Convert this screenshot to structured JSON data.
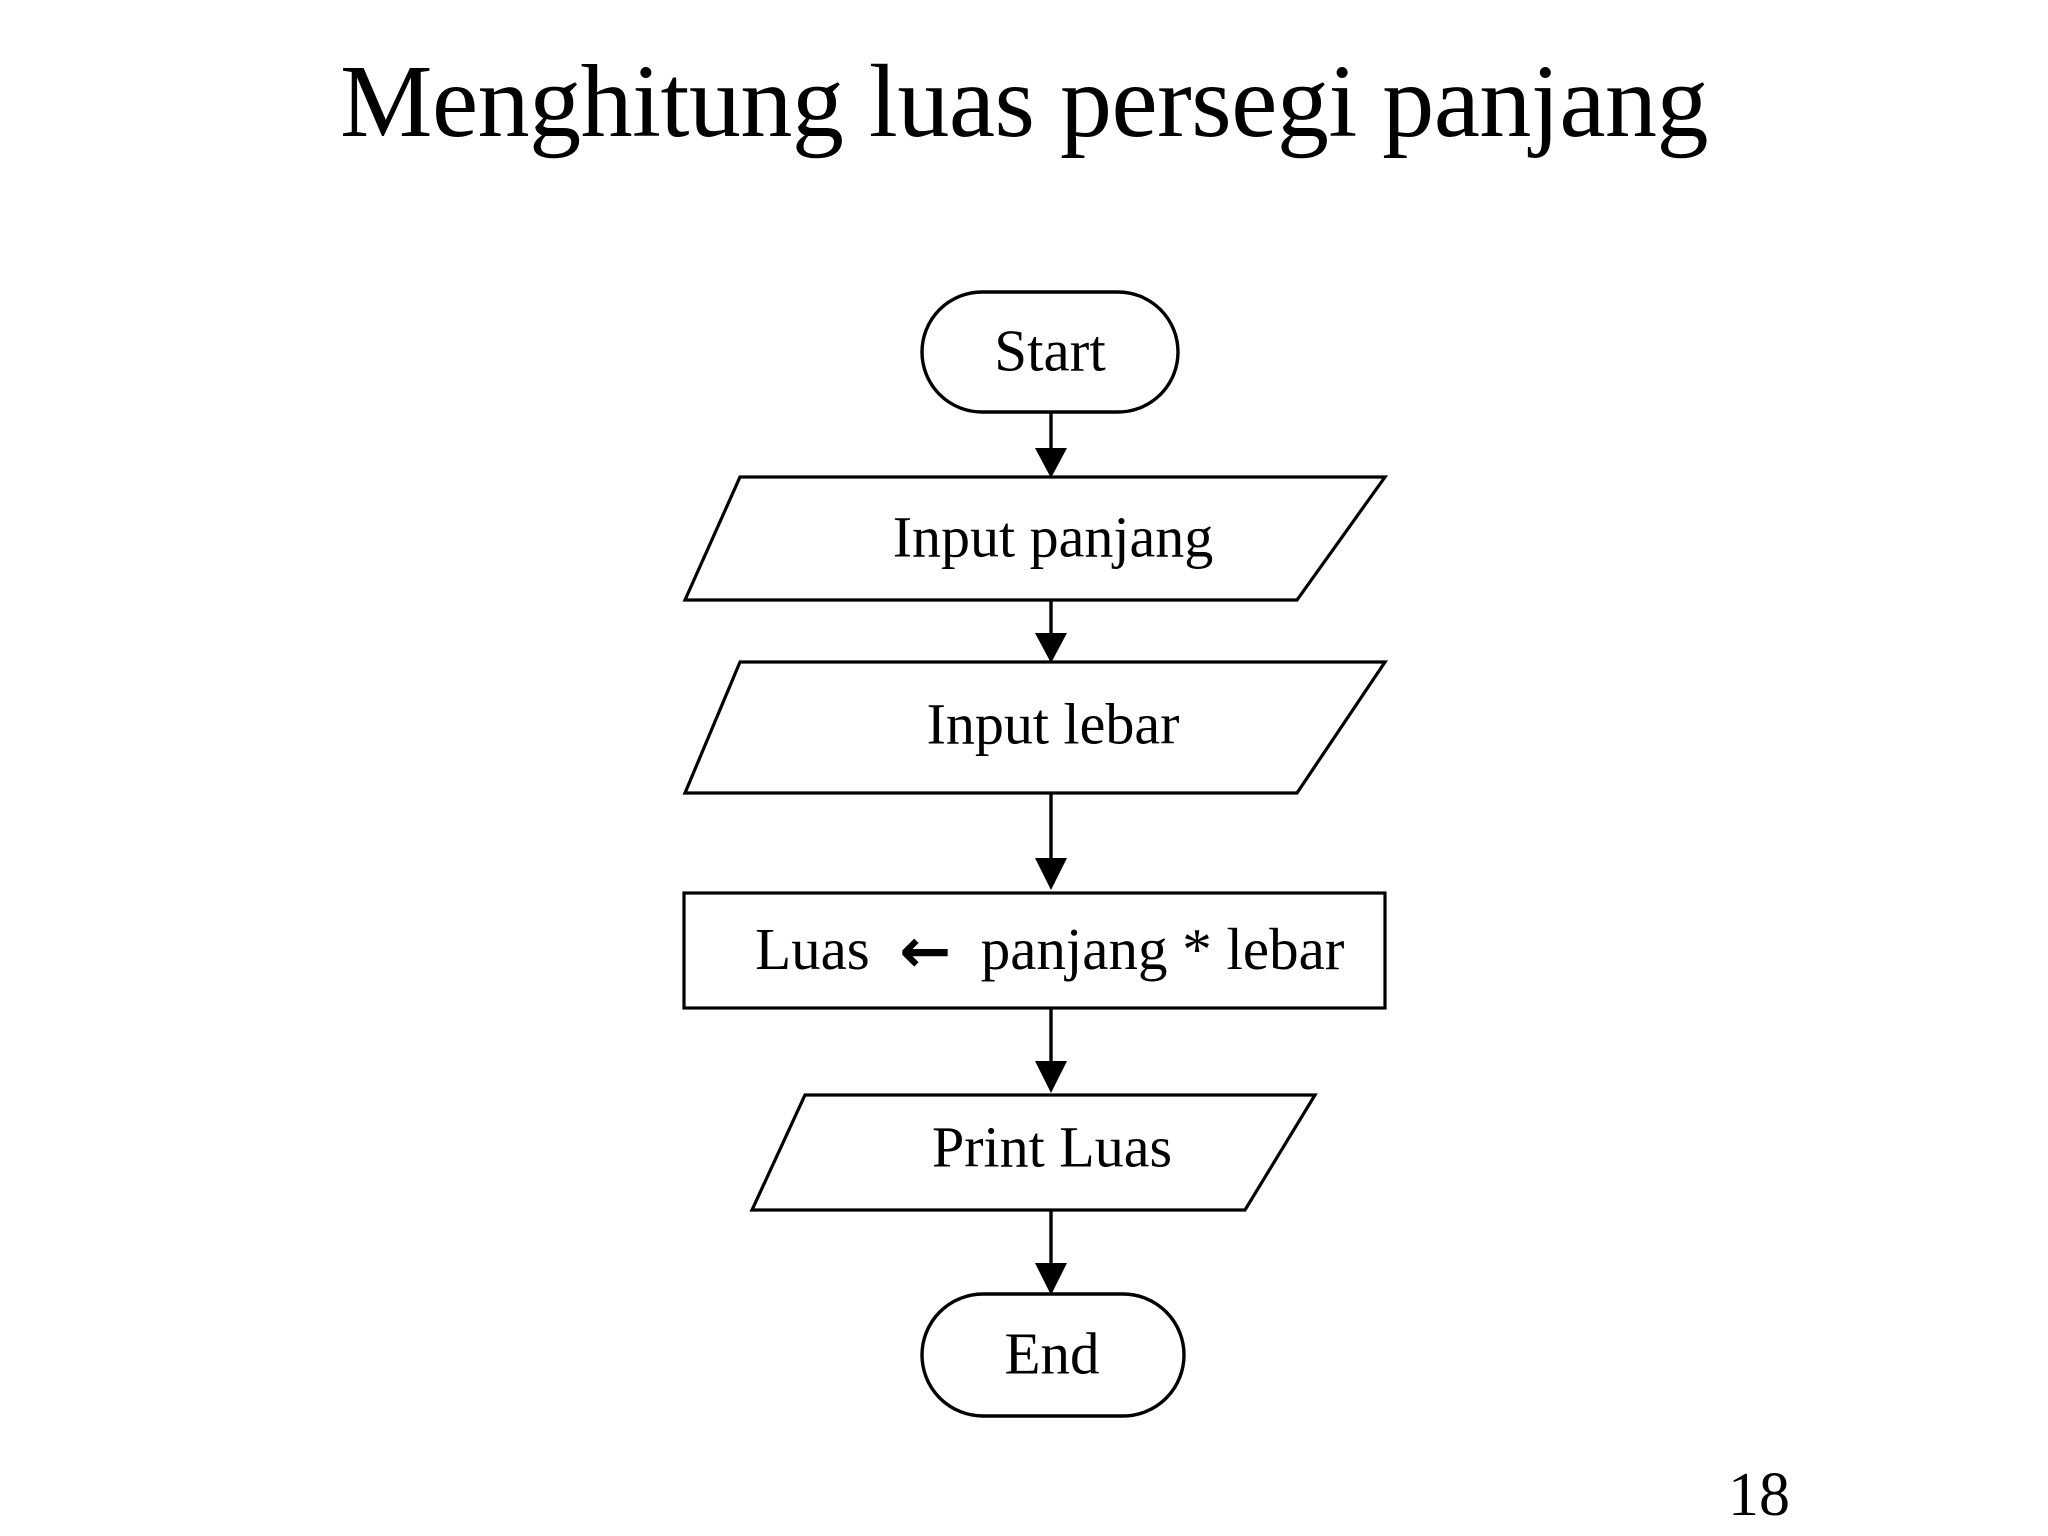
{
  "slide": {
    "title": "Menghitung luas persegi panjang",
    "page_number": "18",
    "background_color": "#ffffff",
    "ink_color": "#000000"
  },
  "chart_data": {
    "type": "diagram",
    "diagram_kind": "flowchart",
    "title": "Menghitung luas persegi panjang",
    "orientation": "top-to-bottom",
    "nodes": [
      {
        "id": "start",
        "shape": "terminal",
        "label": "Start"
      },
      {
        "id": "in1",
        "shape": "parallelogram",
        "label": "Input panjang"
      },
      {
        "id": "in2",
        "shape": "parallelogram",
        "label": "Input lebar"
      },
      {
        "id": "calc",
        "shape": "rectangle",
        "label_left": "Luas",
        "label_arrow": "←",
        "label_right": "panjang * lebar",
        "label": "Luas ← panjang * lebar"
      },
      {
        "id": "out1",
        "shape": "parallelogram",
        "label": "Print Luas"
      },
      {
        "id": "end",
        "shape": "terminal",
        "label": "End"
      }
    ],
    "edges": [
      {
        "from": "start",
        "to": "in1",
        "arrow": "down"
      },
      {
        "from": "in1",
        "to": "in2",
        "arrow": "down"
      },
      {
        "from": "in2",
        "to": "calc",
        "arrow": "down"
      },
      {
        "from": "calc",
        "to": "out1",
        "arrow": "down"
      },
      {
        "from": "out1",
        "to": "end",
        "arrow": "down"
      }
    ]
  }
}
